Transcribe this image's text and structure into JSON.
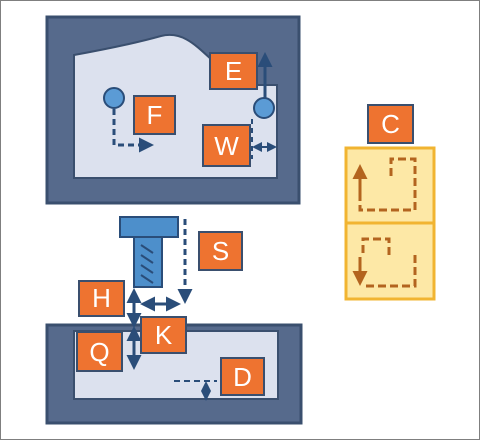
{
  "labels": {
    "e": "E",
    "f": "F",
    "w": "W",
    "c": "C",
    "s": "S",
    "h": "H",
    "k": "K",
    "q": "Q",
    "d": "D"
  },
  "colors": {
    "frame_fill": "#566a8c",
    "frame_stroke": "#3a4f6e",
    "panel_fill": "#dce1ee",
    "label_fill": "#ee7330",
    "dark_arrow": "#2a4d79",
    "accent_circle": "#5b9bd5",
    "bolt_fill": "#4d8fcb",
    "c_panel_fill": "#fde8a6",
    "c_panel_stroke": "#f1b431",
    "c_path": "#b3641f"
  }
}
